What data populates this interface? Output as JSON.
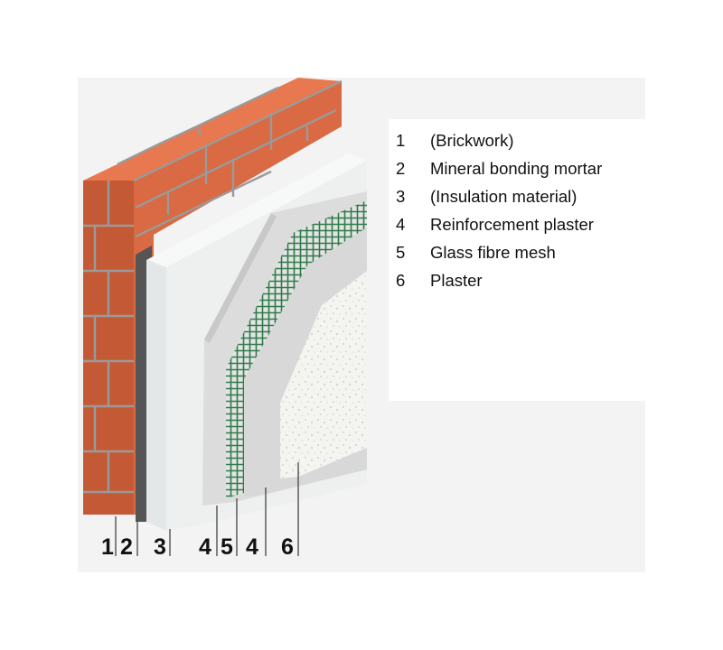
{
  "legend": [
    {
      "number": "1",
      "label": "(Brickwork)"
    },
    {
      "number": "2",
      "label": "Mineral bonding mortar"
    },
    {
      "number": "3",
      "label": "(Insulation material)"
    },
    {
      "number": "4",
      "label": "Reinforcement plaster"
    },
    {
      "number": "5",
      "label": "Glass fibre mesh"
    },
    {
      "number": "6",
      "label": "Plaster"
    }
  ],
  "callouts": [
    "1",
    "2",
    "3",
    "4",
    "5",
    "4",
    "6"
  ],
  "colors": {
    "brick_front": "#d96a43",
    "brick_top": "#e8784f",
    "brick_side": "#c45a35",
    "mortar_joint": "#9a9a9a",
    "bonding_mortar": "#555555",
    "insulation": "#eef0f0",
    "reinforcement_plaster": "#dcdcdc",
    "glass_fibre_mesh": "#2f7a4a",
    "plaster": "#f1f1ee",
    "backdrop": "#f3f3f3"
  }
}
